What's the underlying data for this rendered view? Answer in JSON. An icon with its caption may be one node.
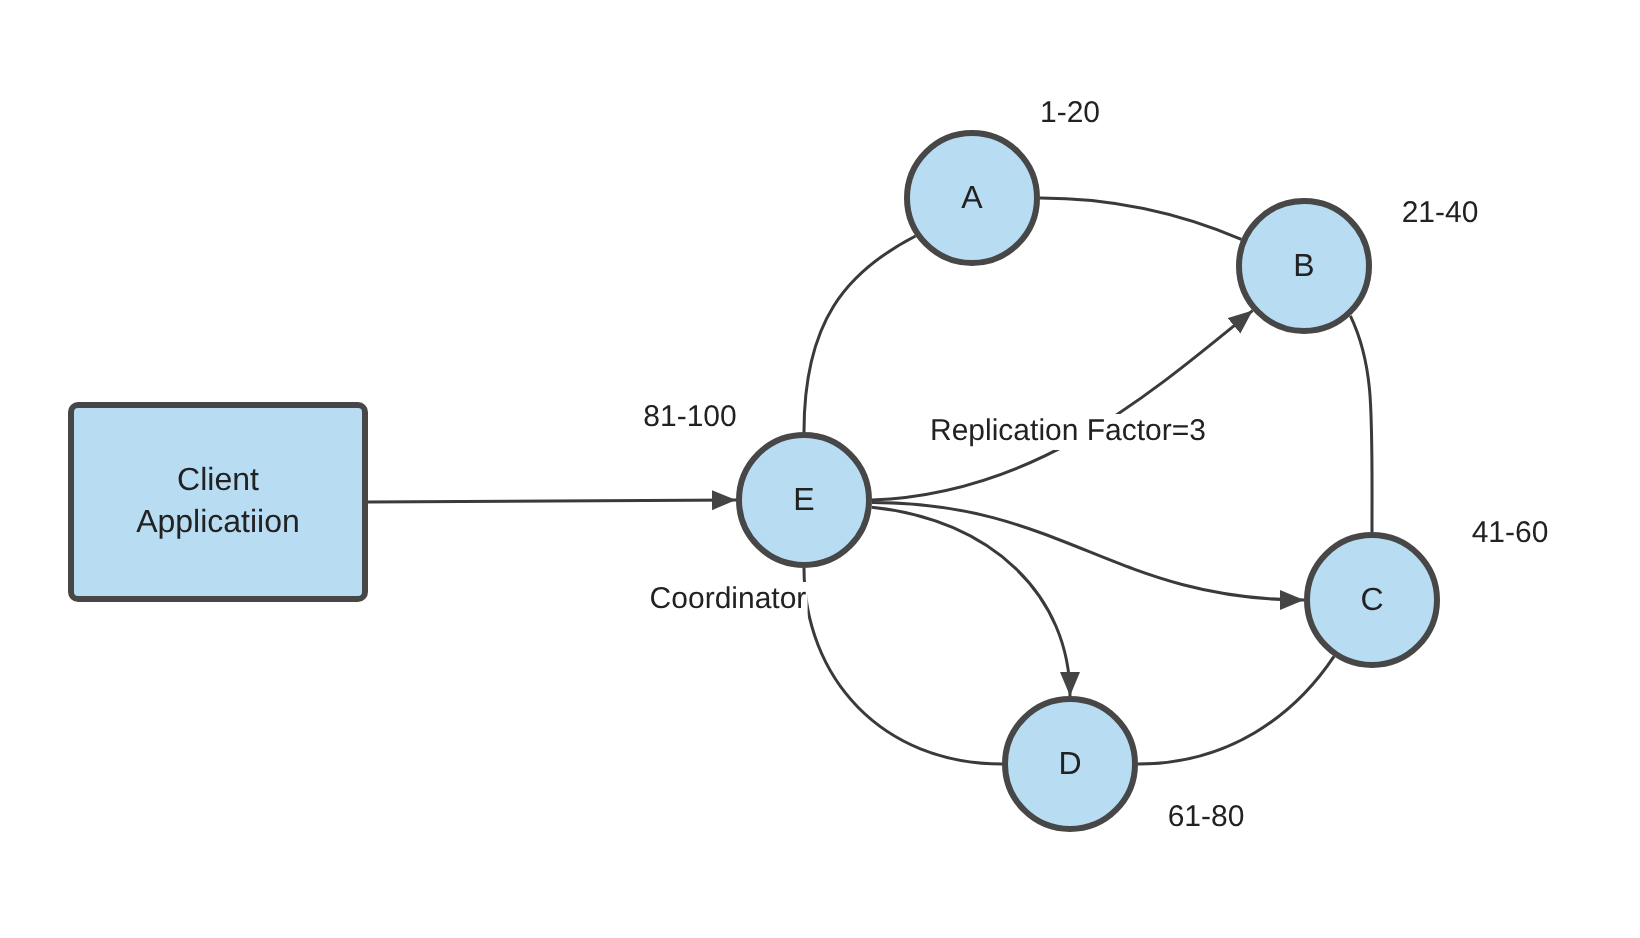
{
  "diagram": {
    "nodes": [
      {
        "text": [
          "Client Applicatiion"
        ]
      },
      {
        "text": [
          "E"
        ],
        "beside": [
          "81-100",
          "Coordinator"
        ]
      },
      {
        "text": [
          "A"
        ],
        "beside": [
          "1-20"
        ]
      },
      {
        "text": [
          "B"
        ],
        "beside": [
          "21-40"
        ]
      },
      {
        "text": [
          "C"
        ],
        "beside": [
          "41-60"
        ]
      },
      {
        "text": [
          "D"
        ],
        "beside": [
          "61-80"
        ]
      }
    ],
    "edges": [
      {
        "from": 0,
        "to": 1,
        "arrow": "to"
      },
      {
        "from": 1,
        "to": 2,
        "arrow": "none"
      },
      {
        "from": 2,
        "to": 3,
        "arrow": "none"
      },
      {
        "from": 3,
        "to": 4,
        "arrow": "none"
      },
      {
        "from": 4,
        "to": 5,
        "arrow": "none"
      },
      {
        "from": 5,
        "to": 1,
        "arrow": "none"
      },
      {
        "from": 1,
        "to": 3,
        "arrow": "to"
      },
      {
        "from": 1,
        "to": 5,
        "arrow": "to"
      },
      {
        "from": 1,
        "to": 4,
        "arrow": "to"
      }
    ],
    "labels": [
      "Replication Factor=3"
    ]
  }
}
